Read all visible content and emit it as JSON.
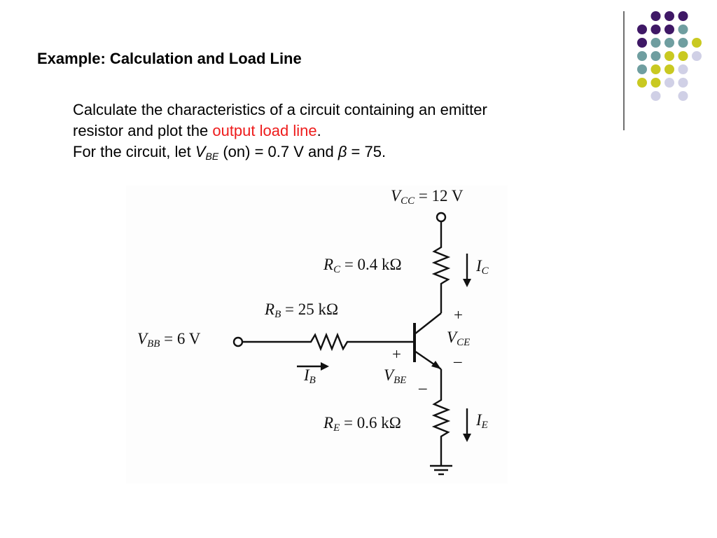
{
  "slide": {
    "title": "Example: Calculation and Load Line",
    "para1_before": "Calculate the characteristics of a circuit containing an emitter",
    "para1_line2_before": "resistor and plot the ",
    "para1_highlight": "output load line",
    "para1_after": ".",
    "para2_before": "For the circuit, let ",
    "para2_var": "V",
    "para2_sub": "BE",
    "para2_mid": " (on) = 0.7 V and ",
    "para2_beta": "β",
    "para2_end": " = 75."
  },
  "circuit": {
    "vcc": {
      "sym": "V",
      "sub": "CC",
      "val": " = 12 V"
    },
    "rc": {
      "sym": "R",
      "sub": "C",
      "val": " = 0.4 kΩ"
    },
    "ic": {
      "sym": "I",
      "sub": "C"
    },
    "rb": {
      "sym": "R",
      "sub": "B",
      "val": " = 25 kΩ"
    },
    "vbb": {
      "sym": "V",
      "sub": "BB",
      "val": " = 6 V"
    },
    "vce": {
      "sym": "V",
      "sub": "CE",
      "plus": "+",
      "minus": "–"
    },
    "vbe": {
      "sym": "V",
      "sub": "BE",
      "plus": "+",
      "minus": "–"
    },
    "ib": {
      "sym": "I",
      "sub": "B"
    },
    "re": {
      "sym": "R",
      "sub": "E",
      "val": " = 0.6 kΩ"
    },
    "ie": {
      "sym": "I",
      "sub": "E"
    }
  },
  "colors": {
    "purple": "#3f1866",
    "teal": "#6f9ea0",
    "yellow": "#c9c921",
    "lavender": "#d0d0e6",
    "highlight": "#ee1c1c"
  }
}
